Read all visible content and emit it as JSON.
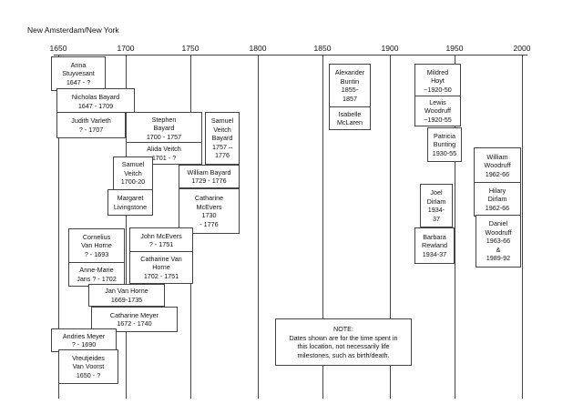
{
  "title": "New Amsterdam/New York",
  "years": [
    "1650",
    "1700",
    "1750",
    "1800",
    "1850",
    "1900",
    "1950",
    "2000"
  ],
  "people": [
    {
      "lines": [
        "Anna",
        "Stuyvesant",
        "1647 - ?"
      ]
    },
    {
      "lines": [
        "Nicholas Bayard",
        "1647 - 1709"
      ]
    },
    {
      "lines": [
        "Judith Varleth",
        "? - 1707"
      ]
    },
    {
      "lines": [
        "Stephen",
        "Bayard",
        "1700 - 1757"
      ]
    },
    {
      "lines": [
        "Samuel",
        "Veitch",
        "Bayard",
        "1757 –",
        "1776"
      ]
    },
    {
      "lines": [
        "Alida Veitch",
        "1701 - ?"
      ]
    },
    {
      "lines": [
        "Samuel",
        "Veitch",
        "1700-20"
      ]
    },
    {
      "lines": [
        "William Bayard",
        "1729 - 1776"
      ]
    },
    {
      "lines": [
        "Margaret",
        "Livingstone"
      ]
    },
    {
      "lines": [
        "Catharine",
        "McEvers",
        "1730",
        "- 1776"
      ]
    },
    {
      "lines": [
        "Cornelius",
        "Van Horne",
        "? - 1693"
      ]
    },
    {
      "lines": [
        "John McEvers",
        "? - 1751"
      ]
    },
    {
      "lines": [
        "Catharine Van",
        "Horne",
        "1702 - 1751"
      ]
    },
    {
      "lines": [
        "Anne-Marie",
        "Jans  ? - 1702"
      ]
    },
    {
      "lines": [
        "Jan Van Horne",
        "1669-1735"
      ]
    },
    {
      "lines": [
        "Catharine Meyer",
        "1672 - 1740"
      ]
    },
    {
      "lines": [
        "Andries Meyer",
        "? - 1690"
      ]
    },
    {
      "lines": [
        "Vreutjeides",
        "Van Voorst",
        "1650 - ?"
      ]
    },
    {
      "lines": [
        "Alexander",
        "Buntin",
        "1855-",
        "1857"
      ]
    },
    {
      "lines": [
        "Isabelle",
        "McLaren"
      ]
    },
    {
      "lines": [
        "Mildred",
        "Hoyt",
        "~1920-50"
      ]
    },
    {
      "lines": [
        "Lewis",
        "Woodruff",
        "~1920-55"
      ]
    },
    {
      "lines": [
        "Patricia",
        "Bunting",
        "1930-55"
      ]
    },
    {
      "lines": [
        "William",
        "Woodruff",
        "1962-66"
      ]
    },
    {
      "lines": [
        "Joel",
        "Dirlam",
        "1934-",
        "37"
      ]
    },
    {
      "lines": [
        "Hilary",
        "Dirlam",
        "1962-66"
      ]
    },
    {
      "lines": [
        "Barbara",
        "Rewland",
        "1934-37"
      ]
    },
    {
      "lines": [
        "Daniel",
        "Woodruff",
        "1963-66",
        "&",
        "1989-92"
      ]
    }
  ],
  "note": {
    "lines": [
      "NOTE:",
      "Dates shown are for the time spent in",
      "this location, not necessarily life",
      "milestones, such as birth/death."
    ]
  }
}
